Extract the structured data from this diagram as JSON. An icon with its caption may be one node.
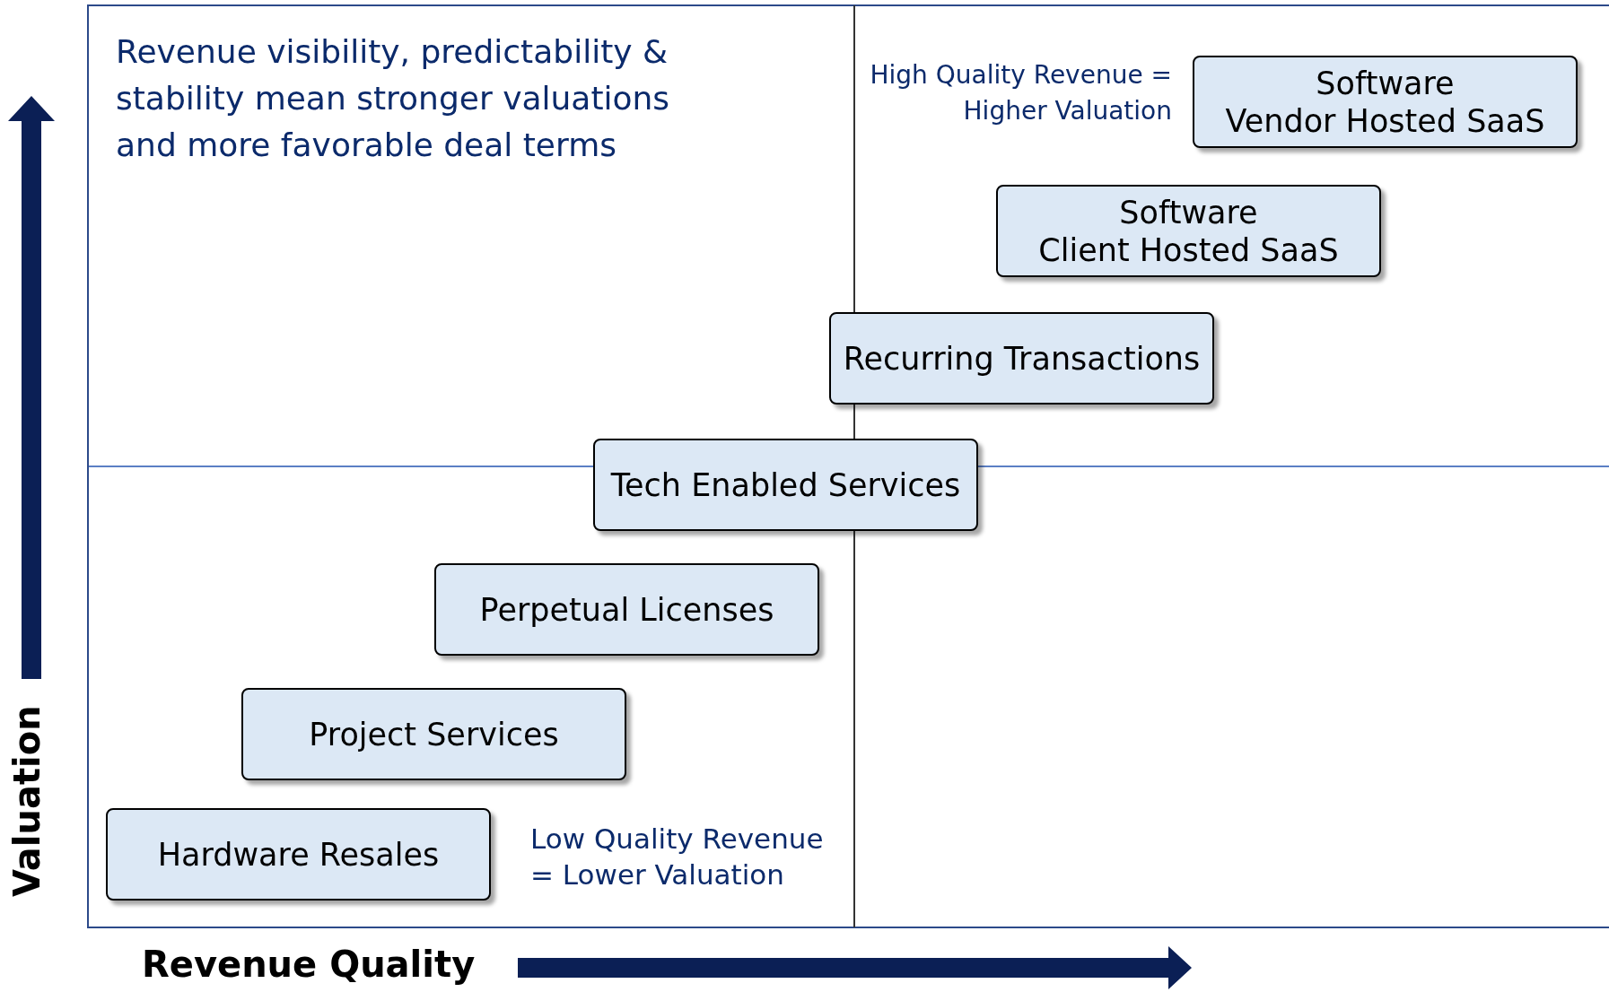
{
  "diagram": {
    "nodes": [
      {
        "text": [
          "Software",
          "Vendor Hosted SaaS"
        ]
      },
      {
        "text": [
          "Software",
          "Client Hosted SaaS"
        ]
      },
      {
        "text": [
          "Recurring Transactions"
        ]
      },
      {
        "text": [
          "Tech Enabled Services"
        ]
      },
      {
        "text": [
          "Perpetual Licenses"
        ]
      },
      {
        "text": [
          "Project Services"
        ]
      },
      {
        "text": [
          "Hardware Resales"
        ]
      }
    ],
    "labels": [
      "Revenue visibility, predictability & stability mean stronger valuations and more favorable deal terms",
      "High Quality Revenue = Higher Valuation",
      "Low Quality Revenue = Lower Valuation",
      "Valuation",
      "Revenue Quality"
    ]
  }
}
